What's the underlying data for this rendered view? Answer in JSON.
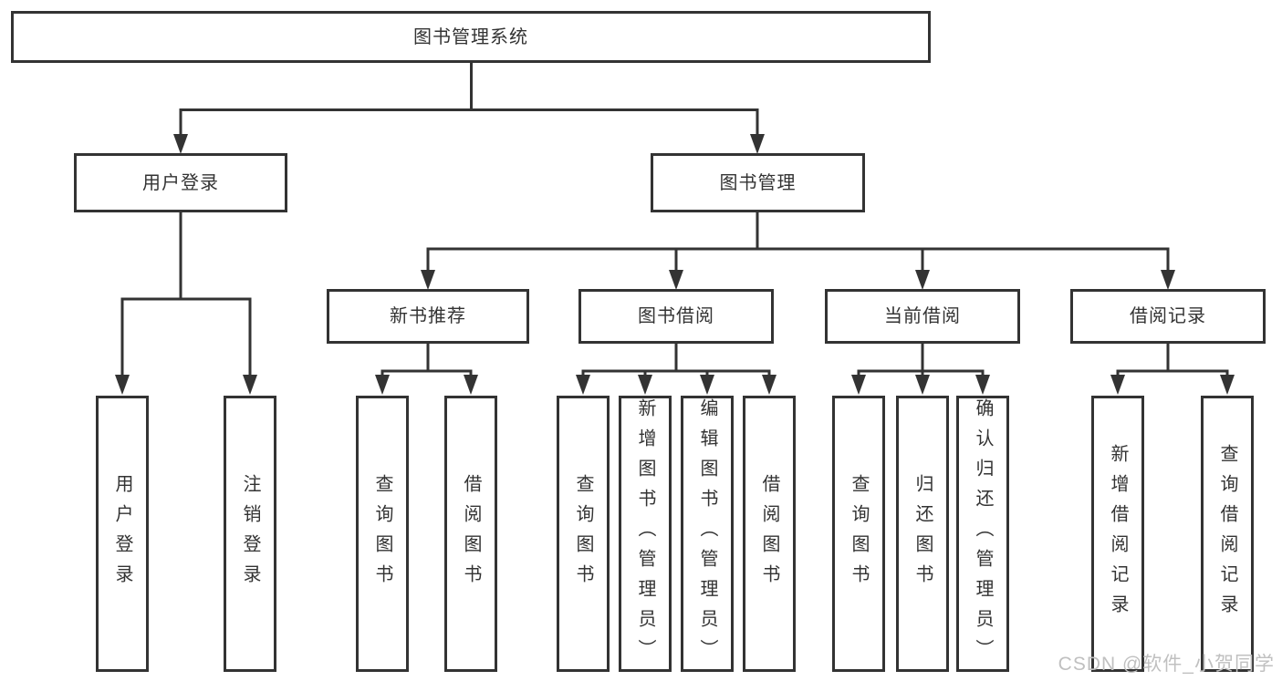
{
  "diagram": {
    "root": {
      "label": "图书管理系统"
    },
    "branches": [
      {
        "label": "用户登录",
        "children": [
          {
            "label": "用户登录"
          },
          {
            "label": "注销登录"
          }
        ]
      },
      {
        "label": "图书管理",
        "sections": [
          {
            "label": "新书推荐",
            "children": [
              {
                "label": "查询图书"
              },
              {
                "label": "借阅图书"
              }
            ]
          },
          {
            "label": "图书借阅",
            "children": [
              {
                "label": "查询图书"
              },
              {
                "label": "新增图书（管理员）"
              },
              {
                "label": "编辑图书（管理员）"
              },
              {
                "label": "借阅图书"
              }
            ]
          },
          {
            "label": "当前借阅",
            "children": [
              {
                "label": "查询图书"
              },
              {
                "label": "归还图书"
              },
              {
                "label": "确认归还（管理员）"
              }
            ]
          },
          {
            "label": "借阅记录",
            "children": [
              {
                "label": "新增借阅记录"
              },
              {
                "label": "查询借阅记录"
              }
            ]
          }
        ]
      }
    ],
    "watermark": "CSDN @软件_小贺同学",
    "colors": {
      "line": "#333333",
      "text": "#333333",
      "background": "#ffffff",
      "watermark": "#c0c0c0"
    }
  }
}
